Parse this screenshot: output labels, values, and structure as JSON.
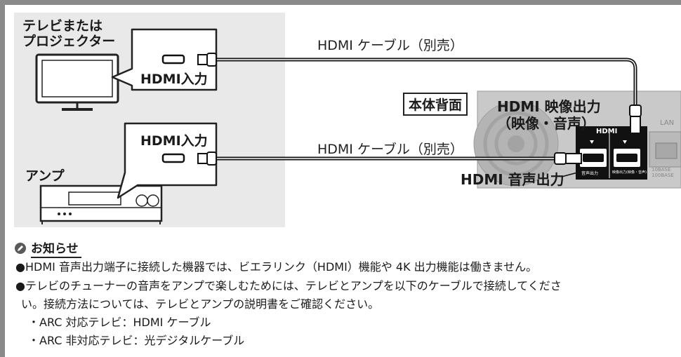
{
  "diagram": {
    "tv_label": [
      "テレビまたは",
      "プロジェクター"
    ],
    "tv_input": "HDMI入力",
    "amp_label": "アンプ",
    "amp_input": "HDMI入力",
    "cable_top": "HDMI ケーブル（別売）",
    "cable_bottom": "HDMI ケーブル（別売）",
    "rear_label": "本体背面",
    "video_out": [
      "HDMI 映像出力",
      "（映像・音声）"
    ],
    "audio_out": "HDMI 音声出力",
    "hdmi_logo": "HDMI",
    "port_audio": "音声出力",
    "port_video": "映像出力(映像・音声)",
    "lan_label": "LAN",
    "lan_spec": [
      "10BASE",
      "100BASE"
    ]
  },
  "notes": {
    "heading": "お知らせ",
    "bullets": [
      "●HDMI 音声出力端子に接続した機器では、ビエラリンク（HDMI）機能や 4K 出力機能は働きません。",
      "●テレビのチューナーの音声をアンプで楽しむためには、テレビとアンプを以下のケーブルで接続してくださ",
      "い。接続方法については、テレビとアンプの説明書をご確認ください。"
    ],
    "subitems": [
      "・ARC 対応テレビ：HDMI ケーブル",
      "・ARC 非対応テレビ：光デジタルケーブル"
    ]
  }
}
